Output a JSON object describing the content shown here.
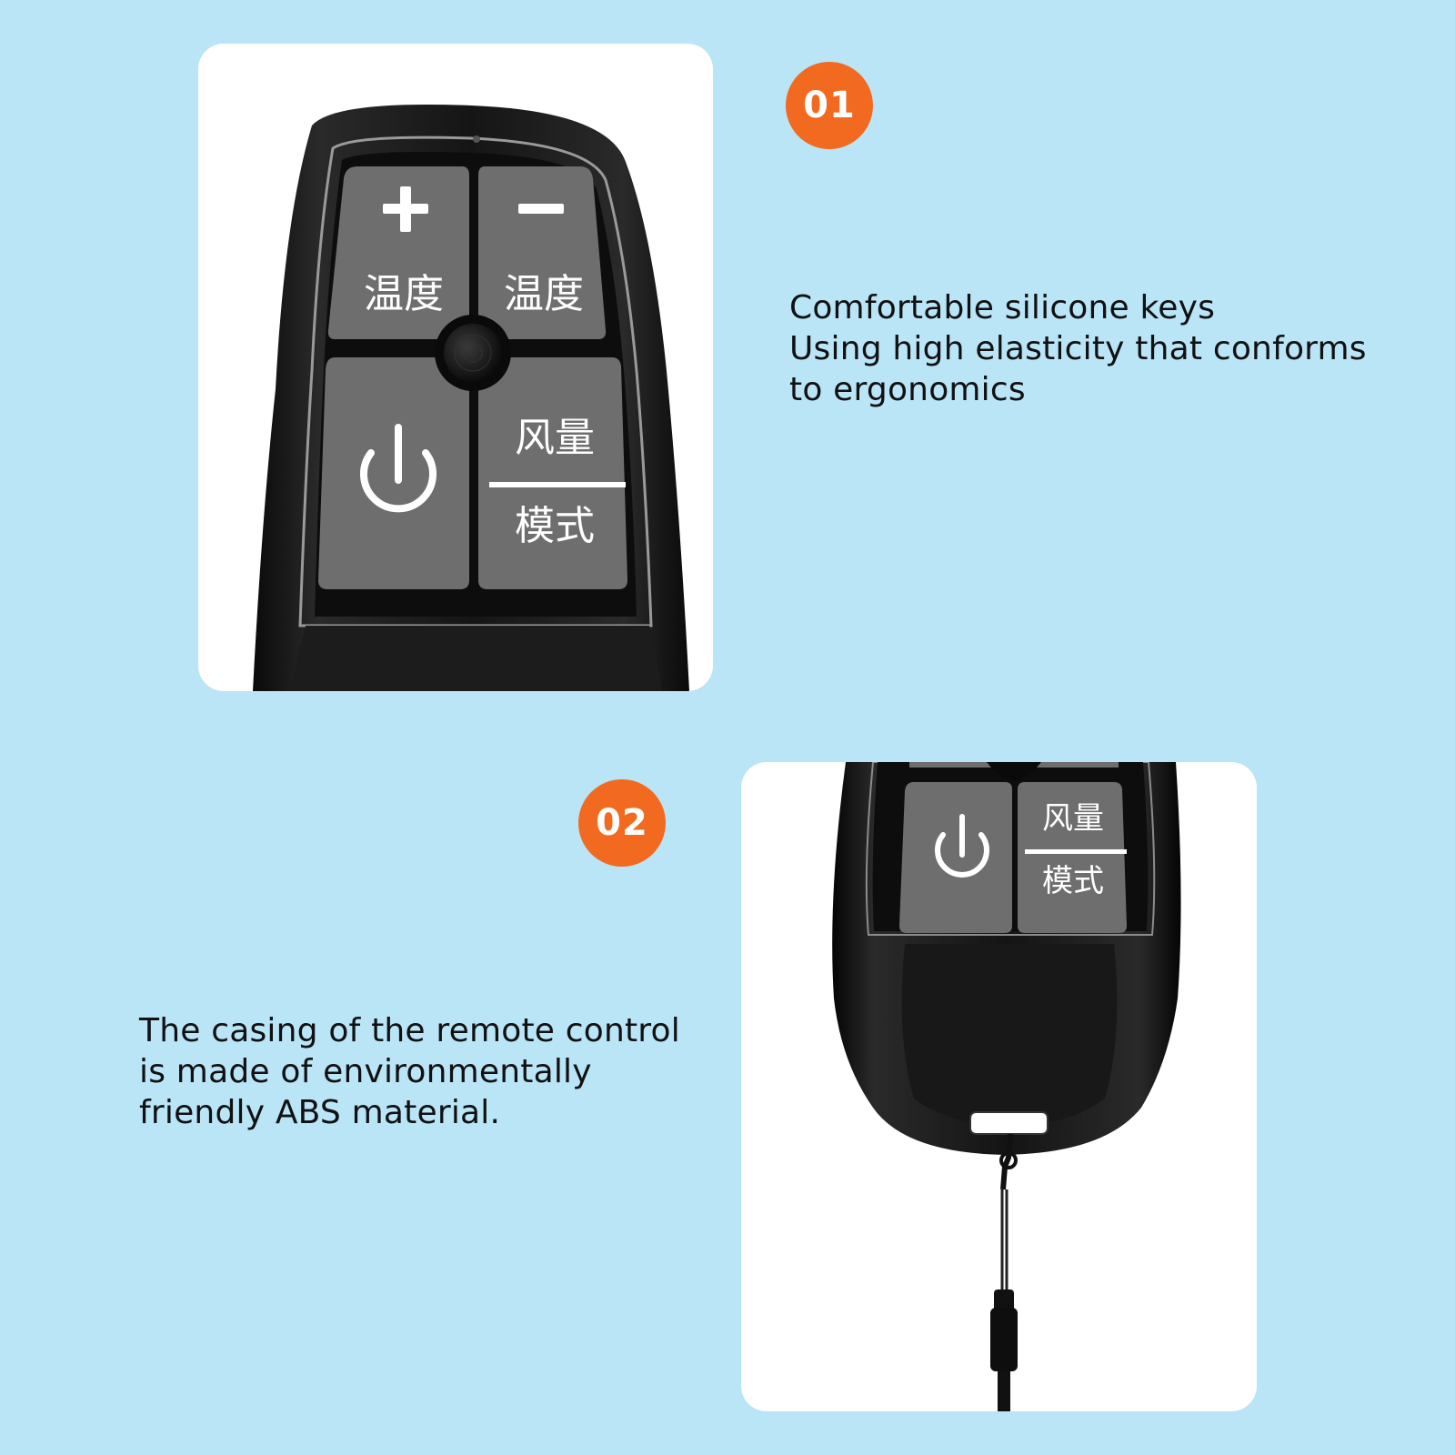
{
  "colors": {
    "background": "#b9e5f7",
    "card": "#ffffff",
    "badge": "#f26a1f",
    "text": "#111111",
    "remote_body": "#121212",
    "key": "#6e6e6e"
  },
  "feature_1": {
    "badge": "01",
    "lines": [
      "Comfortable silicone keys",
      "Using high elasticity that conforms",
      "to ergonomics"
    ],
    "remote_keys": {
      "temp_up_label": "温度",
      "temp_down_label": "温度",
      "fan_label": "风量",
      "mode_label": "模式"
    }
  },
  "feature_2": {
    "badge": "02",
    "lines": [
      "The casing of the remote control",
      "is made of environmentally",
      "friendly ABS material."
    ],
    "remote_keys": {
      "fan_label": "风量",
      "mode_label": "模式"
    }
  },
  "icons": [
    "plus-icon",
    "minus-icon",
    "power-icon",
    "center-knob-icon",
    "lanyard-icon"
  ]
}
